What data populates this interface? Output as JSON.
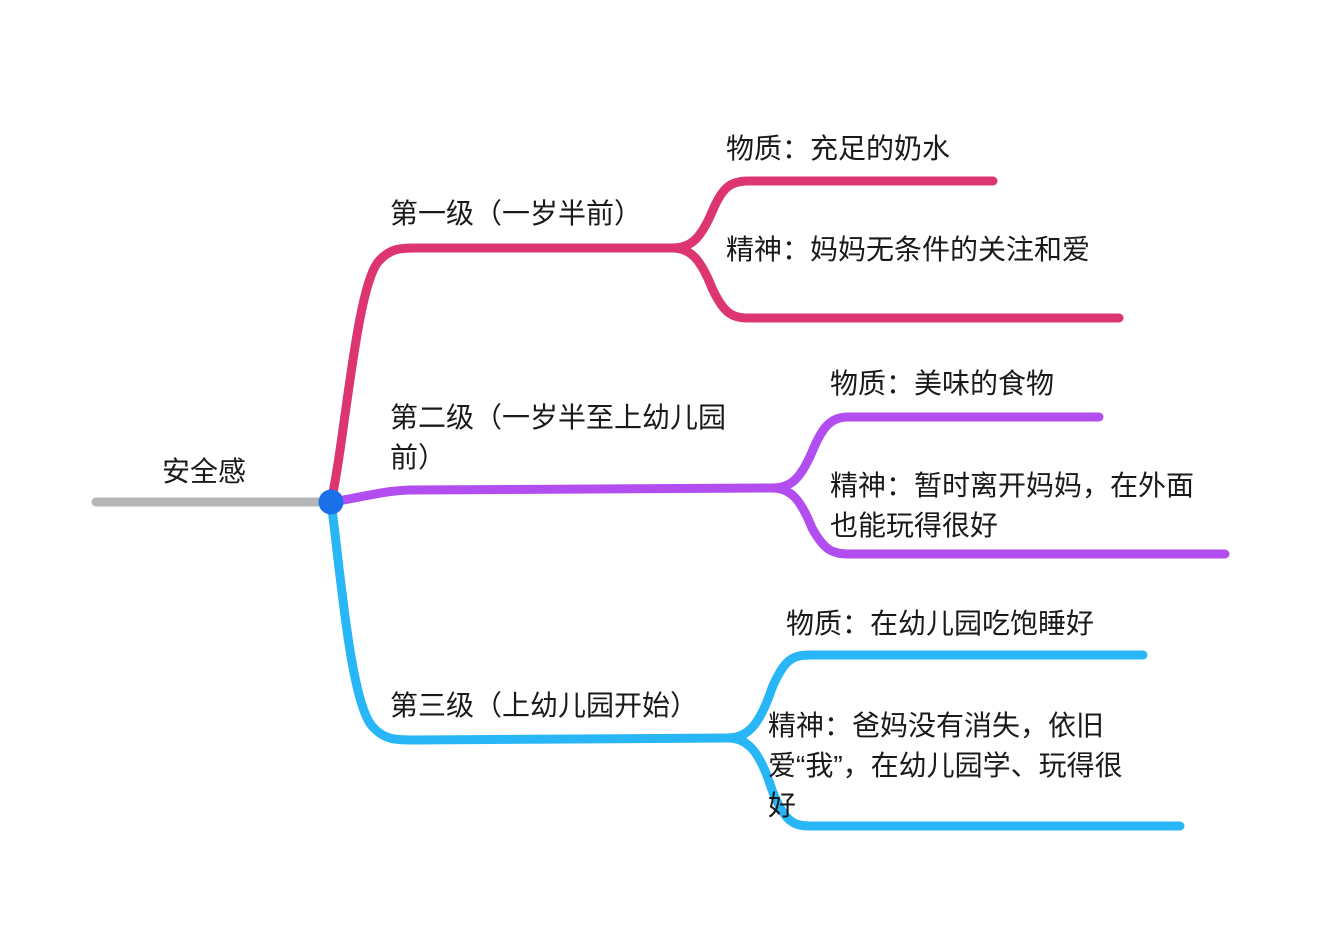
{
  "diagram": {
    "type": "mind-map",
    "orientation": "left-to-right",
    "background_color": "#ffffff",
    "text_color": "#1a1a1a",
    "root_connector_color": "#b5b5b5",
    "root_node_dot_color": "#1b6fe8"
  },
  "root": {
    "label": "安全感",
    "connector_color": "#b5b5b5"
  },
  "branches": [
    {
      "id": "branch-1",
      "label": "第一级（一岁半前）",
      "color": "#dd3571",
      "children": [
        {
          "id": "branch-1-child-1",
          "label": "物质：充足的奶水",
          "color": "#dd3571"
        },
        {
          "id": "branch-1-child-2",
          "label": "精神：妈妈无条件的关注和爱",
          "color": "#dd3571"
        }
      ]
    },
    {
      "id": "branch-2",
      "label": "第二级（一岁半至上幼儿园前）",
      "color": "#b24ef0",
      "children": [
        {
          "id": "branch-2-child-1",
          "label": "物质：美味的食物",
          "color": "#b24ef0"
        },
        {
          "id": "branch-2-child-2",
          "label": "精神：暂时离开妈妈，在外面也能玩得很好",
          "color": "#b24ef0"
        }
      ]
    },
    {
      "id": "branch-3",
      "label": "第三级（上幼儿园开始）",
      "color": "#29b6f6",
      "children": [
        {
          "id": "branch-3-child-1",
          "label": "物质：在幼儿园吃饱睡好",
          "color": "#29b6f6"
        },
        {
          "id": "branch-3-child-2",
          "label": "精神：爸妈没有消失，依旧爱“我”，在幼儿园学、玩得很好",
          "color": "#29b6f6"
        }
      ]
    }
  ]
}
